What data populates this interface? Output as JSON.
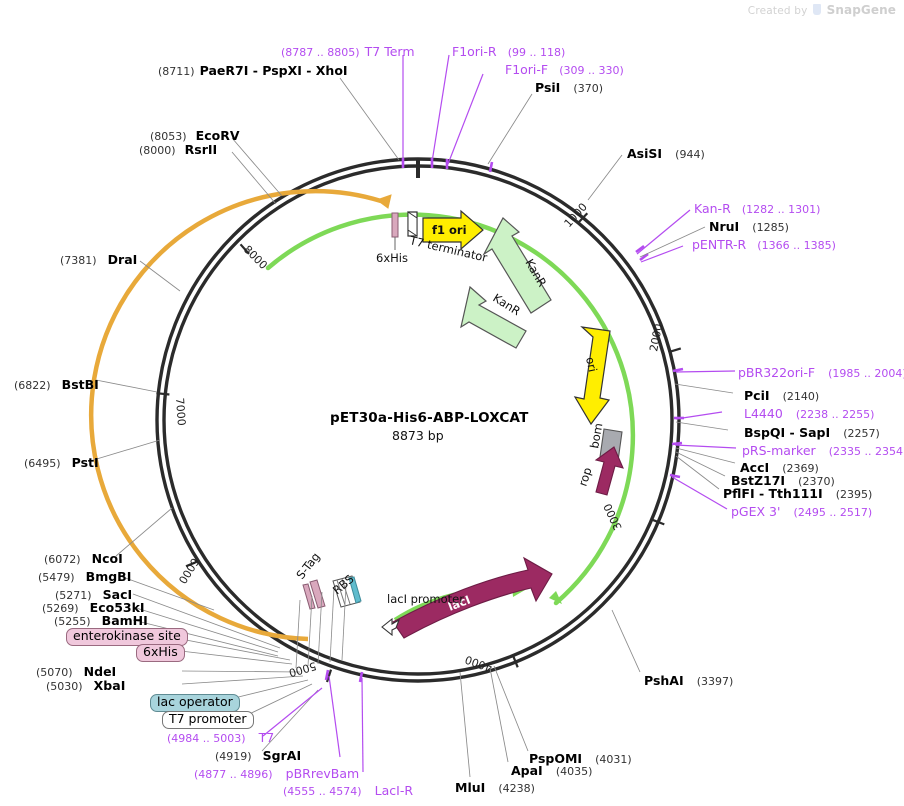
{
  "watermark": {
    "prefix": "Created by",
    "brand": "SnapGene"
  },
  "plasmid": {
    "name": "pET30a-His6-ABP-LOXCAT",
    "size": "8873 bp",
    "tick_labels": [
      "1000",
      "2000",
      "3000",
      "4000",
      "5000",
      "6000",
      "7000",
      "8000"
    ]
  },
  "features": [
    {
      "name": "f1 ori",
      "style": "arrow-yellow"
    },
    {
      "name": "KanR",
      "style": "arrow-green"
    },
    {
      "name": "KanR",
      "style": "arrow-green"
    },
    {
      "name": "ori",
      "style": "arrow-yellow"
    },
    {
      "name": "bom",
      "style": "box-gray"
    },
    {
      "name": "rop",
      "style": "arrow-maroon"
    },
    {
      "name": "lacI",
      "style": "arrow-maroon"
    },
    {
      "name": "lacI promoter",
      "style": "promoter"
    },
    {
      "name": "T7 terminator",
      "style": "terminator"
    },
    {
      "name": "6xHis",
      "style": "tag-pink"
    },
    {
      "name": "S-Tag",
      "style": "tag-pink"
    },
    {
      "name": "RBS",
      "style": "rbs"
    }
  ],
  "callouts_top": [
    {
      "pos": "(8711)",
      "name": "PaeR7I  - PspXI  - XhoI",
      "kind": "enzyme"
    },
    {
      "pos": "(8787 .. 8805)",
      "name": "T7 Term",
      "kind": "primer"
    },
    {
      "pos": "(99 .. 118)",
      "name": "F1ori-R",
      "kind": "primer"
    },
    {
      "pos": "(309 .. 330)",
      "name": "F1ori-F",
      "kind": "primer"
    },
    {
      "pos": "(370)",
      "name": "PsiI",
      "kind": "enzyme"
    },
    {
      "pos": "(8053)",
      "name": "EcoRV",
      "kind": "enzyme"
    },
    {
      "pos": "(8000)",
      "name": "RsrII",
      "kind": "enzyme"
    },
    {
      "pos": "(944)",
      "name": "AsiSI",
      "kind": "enzyme"
    }
  ],
  "callouts_right": [
    {
      "pos": "(1282 .. 1301)",
      "name": "Kan-R",
      "kind": "primer"
    },
    {
      "pos": "(1285)",
      "name": "NruI",
      "kind": "enzyme"
    },
    {
      "pos": "(1366 .. 1385)",
      "name": "pENTR-R",
      "kind": "primer"
    },
    {
      "pos": "(1985 .. 2004)",
      "name": "pBR322ori-F",
      "kind": "primer"
    },
    {
      "pos": "(2140)",
      "name": "PciI",
      "kind": "enzyme"
    },
    {
      "pos": "(2238 .. 2255)",
      "name": "L4440",
      "kind": "primer"
    },
    {
      "pos": "(2257)",
      "name": "BspQI  - SapI",
      "kind": "enzyme"
    },
    {
      "pos": "(2335 .. 2354)",
      "name": "pRS-marker",
      "kind": "primer"
    },
    {
      "pos": "(2369)",
      "name": "AccI",
      "kind": "enzyme"
    },
    {
      "pos": "(2370)",
      "name": "BstZ17I",
      "kind": "enzyme"
    },
    {
      "pos": "(2395)",
      "name": "PflFI  - Tth111I",
      "kind": "enzyme"
    },
    {
      "pos": "(2495 .. 2517)",
      "name": "pGEX 3'",
      "kind": "primer"
    },
    {
      "pos": "(3397)",
      "name": "PshAI",
      "kind": "enzyme"
    }
  ],
  "callouts_bottom": [
    {
      "pos": "(4031)",
      "name": "PspOMI",
      "kind": "enzyme"
    },
    {
      "pos": "(4035)",
      "name": "ApaI",
      "kind": "enzyme"
    },
    {
      "pos": "(4238)",
      "name": "MluI",
      "kind": "enzyme"
    },
    {
      "pos": "(4555 .. 4574)",
      "name": "LacI-R",
      "kind": "primer"
    },
    {
      "pos": "(4877 .. 4896)",
      "name": "pBRrevBam",
      "kind": "primer"
    },
    {
      "pos": "(4919)",
      "name": "SgrAI",
      "kind": "enzyme"
    },
    {
      "pos": "(4984 .. 5003)",
      "name": "T7",
      "kind": "primer"
    }
  ],
  "callouts_left": [
    {
      "pos": "(7381)",
      "name": "DraI",
      "kind": "enzyme"
    },
    {
      "pos": "(6822)",
      "name": "BstBI",
      "kind": "enzyme"
    },
    {
      "pos": "(6495)",
      "name": "PstI",
      "kind": "enzyme"
    },
    {
      "pos": "(6072)",
      "name": "NcoI",
      "kind": "enzyme"
    },
    {
      "pos": "(5479)",
      "name": "BmgBI",
      "kind": "enzyme"
    },
    {
      "pos": "(5271)",
      "name": "SacI",
      "kind": "enzyme"
    },
    {
      "pos": "(5269)",
      "name": "Eco53kI",
      "kind": "enzyme"
    },
    {
      "pos": "(5255)",
      "name": "BamHI",
      "kind": "enzyme"
    },
    {
      "pos": "(5070)",
      "name": "NdeI",
      "kind": "enzyme"
    },
    {
      "pos": "(5030)",
      "name": "XbaI",
      "kind": "enzyme"
    }
  ],
  "feature_boxes_left": [
    {
      "name": "enterokinase site",
      "color": "pink"
    },
    {
      "name": "6xHis",
      "color": "pink"
    },
    {
      "name": "lac operator",
      "color": "teal"
    },
    {
      "name": "T7 promoter",
      "color": "white"
    }
  ],
  "colors": {
    "primer": "#b44cf0",
    "kanr": "#bdf0ba",
    "ori_yellow": "#ffee00",
    "maroon": "#9c2a62",
    "orange_arc": "#e8a93a",
    "green_arc": "#7ed957",
    "backbone": "#2b2b2b",
    "bom_gray": "#a8aab0"
  }
}
